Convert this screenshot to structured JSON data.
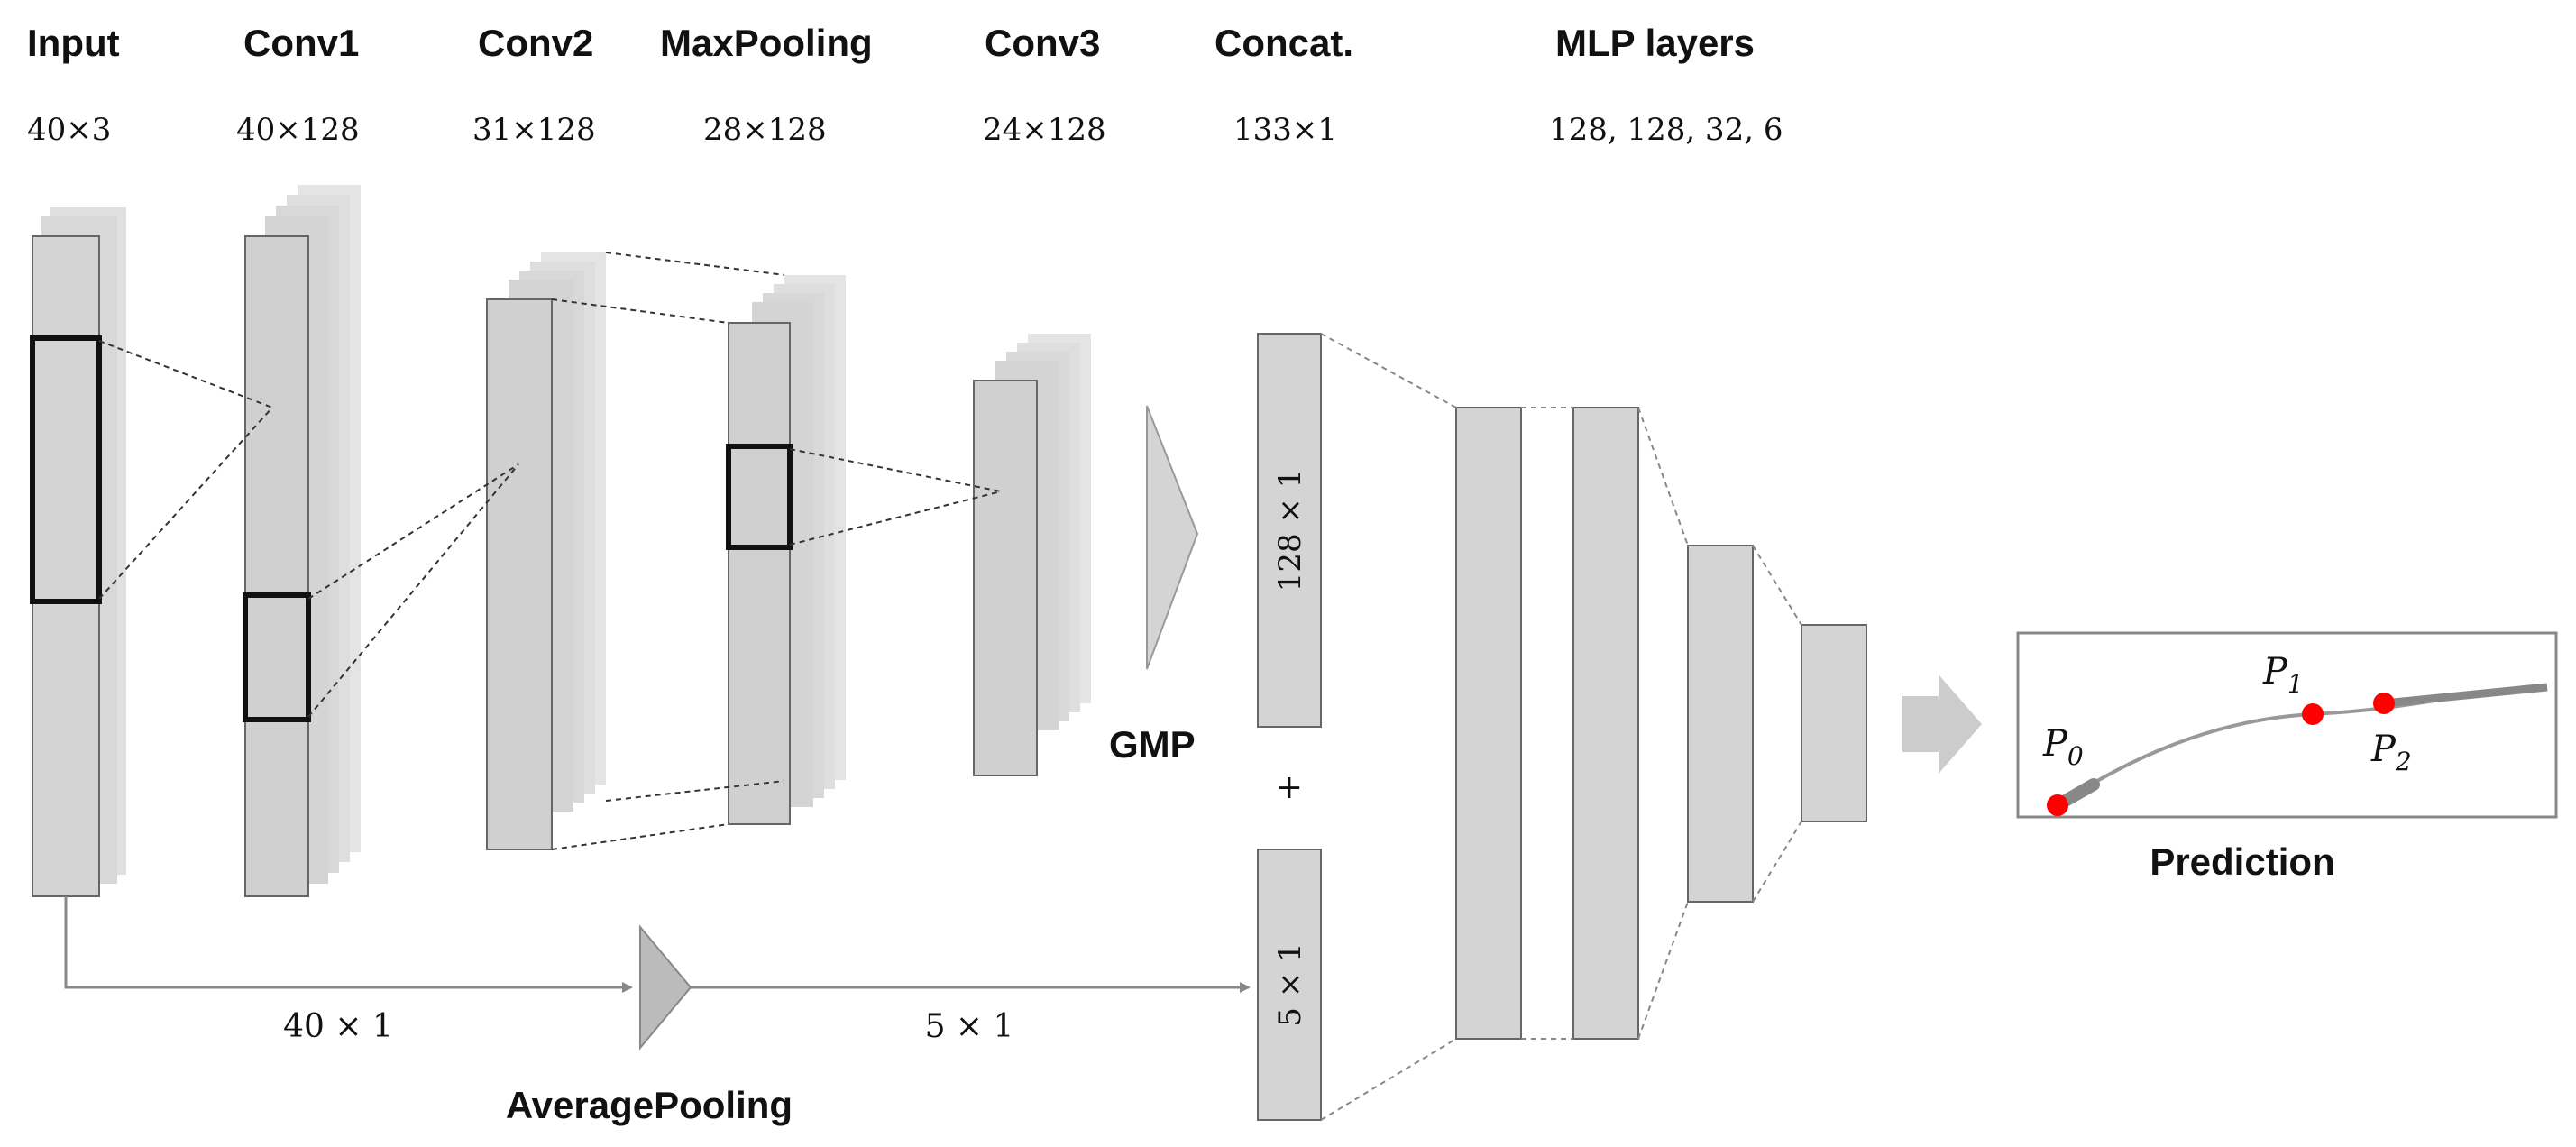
{
  "layers": [
    {
      "name": "Input",
      "dim": "40×3"
    },
    {
      "name": "Conv1",
      "dim": "40×128"
    },
    {
      "name": "Conv2",
      "dim": "31×128"
    },
    {
      "name": "MaxPooling",
      "dim": "28×128"
    },
    {
      "name": "Conv3",
      "dim": "24×128"
    },
    {
      "name": "Concat.",
      "dim": "133×1"
    },
    {
      "name": "MLP layers",
      "dim": "128, 128, 32, 6"
    }
  ],
  "gmp_label": "GMP",
  "concat_top_label": "128 × 1",
  "concat_bottom_label": "5 × 1",
  "plus_label": "+",
  "avgpool_label": "AveragePooling",
  "avg_in_label": "40 × 1",
  "avg_out_label": "5 × 1",
  "prediction": {
    "title": "Prediction",
    "points": [
      {
        "symbol": "P",
        "sub": "0"
      },
      {
        "symbol": "P",
        "sub": "1"
      },
      {
        "symbol": "P",
        "sub": "2"
      }
    ]
  },
  "colors": {
    "block_fill": "#d4d4d4",
    "stack_back": "#dcdcdc",
    "point_color": "#ff0000",
    "arrow_color": "#888888"
  }
}
